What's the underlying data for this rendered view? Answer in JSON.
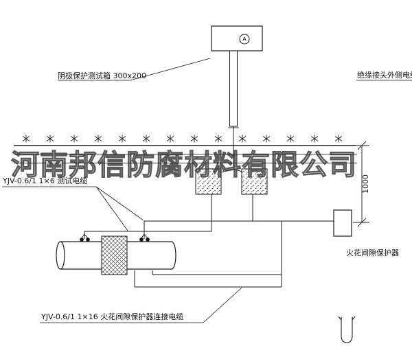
{
  "labels": {
    "test_box": "阴极保护测试箱 300x200",
    "outer_cable": "绝缘接头外侧电缆",
    "test_cable": "YJV-0.6/1 1×6  测试电缆",
    "spark_gap": "火花间隙保护器",
    "connect_cable": "YJV-0.6/1 1×16  火花间隙保护器连接电缆",
    "dimension_1000": "1000",
    "ammeter": "A"
  },
  "watermark": {
    "text": "河南邦信防腐材料有限公司"
  },
  "colors": {
    "line": "#1a1a1a",
    "text": "#111111",
    "watermark_stroke": "#3a3a3a",
    "background": "#ffffff"
  }
}
